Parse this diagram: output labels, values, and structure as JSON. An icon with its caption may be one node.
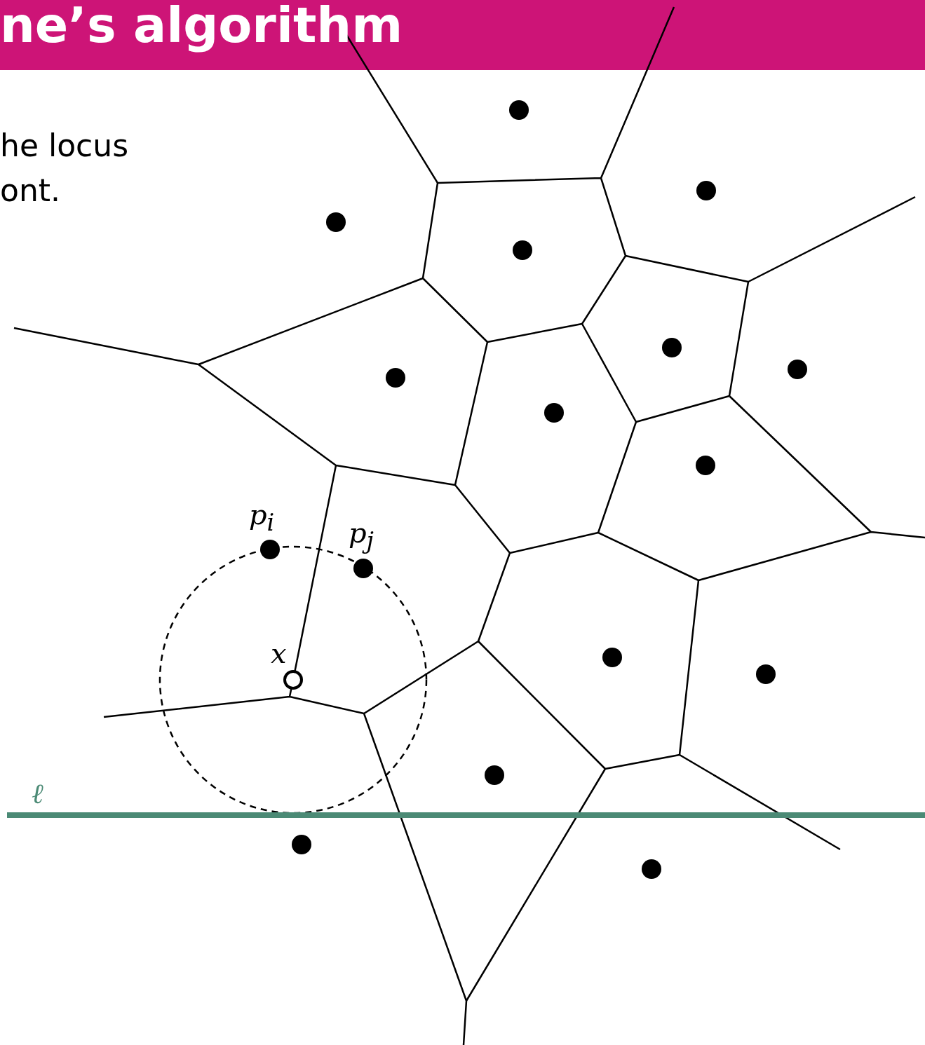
{
  "diagram": {
    "title": "ne’s algorithm",
    "labels": [
      "he locus",
      "ont.",
      "p$_{i}$",
      "p$_{j}$",
      "x",
      "ℓ"
    ]
  }
}
